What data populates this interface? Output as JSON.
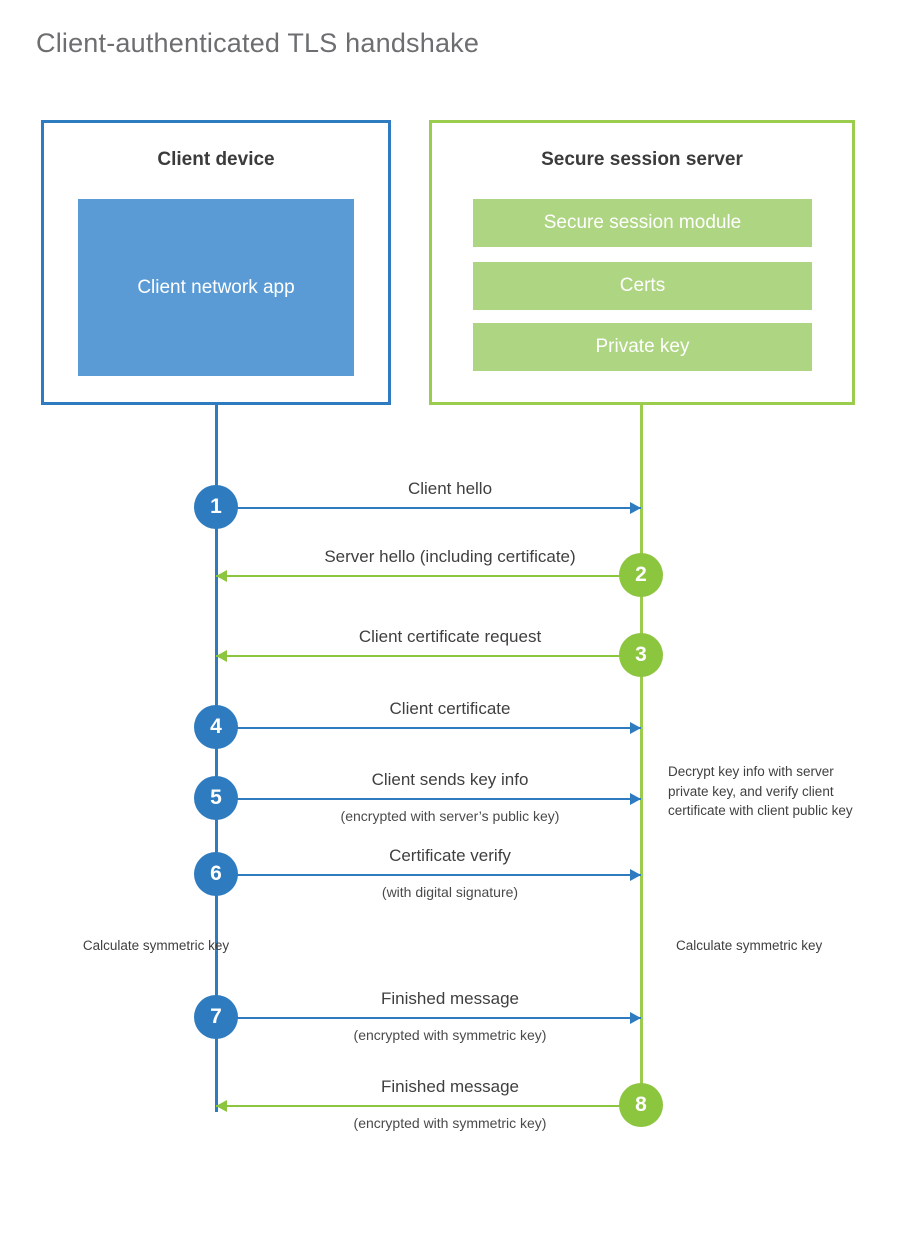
{
  "title": "Client-authenticated TLS handshake",
  "colors": {
    "client_blue": "#2e7cbf",
    "client_app_fill": "#5b9bd5",
    "server_green": "#9ccc4e",
    "server_block_fill": "#aed581",
    "arrow_green": "#8cc63f",
    "title_gray": "#6d6e70"
  },
  "actors": {
    "client": {
      "title": "Client device",
      "block": "Client network app"
    },
    "server": {
      "title": "Secure session server",
      "blocks": [
        "Secure session module",
        "Certs",
        "Private key"
      ]
    }
  },
  "messages": [
    {
      "step": "1",
      "label": "Client hello",
      "sublabel": "",
      "direction": "client-to-server",
      "side": "client"
    },
    {
      "step": "2",
      "label": "Server hello (including certificate)",
      "sublabel": "",
      "direction": "server-to-client",
      "side": "server"
    },
    {
      "step": "3",
      "label": "Client certificate request",
      "sublabel": "",
      "direction": "server-to-client",
      "side": "server"
    },
    {
      "step": "4",
      "label": "Client certificate",
      "sublabel": "",
      "direction": "client-to-server",
      "side": "client"
    },
    {
      "step": "5",
      "label": "Client sends key info",
      "sublabel": "(encrypted with server’s public key)",
      "direction": "client-to-server",
      "side": "client"
    },
    {
      "step": "6",
      "label": "Certificate verify",
      "sublabel": "(with digital signature)",
      "direction": "client-to-server",
      "side": "client"
    },
    {
      "step": "7",
      "label": "Finished message",
      "sublabel": "(encrypted with symmetric key)",
      "direction": "client-to-server",
      "side": "client"
    },
    {
      "step": "8",
      "label": "Finished message",
      "sublabel": "(encrypted with symmetric key)",
      "direction": "server-to-client",
      "side": "server"
    }
  ],
  "annotations": {
    "server_decrypt": "Decrypt key info with server private key, and verify client certificate with client public key",
    "client_calculate": "Calculate symmetric key",
    "server_calculate": "Calculate symmetric key"
  }
}
